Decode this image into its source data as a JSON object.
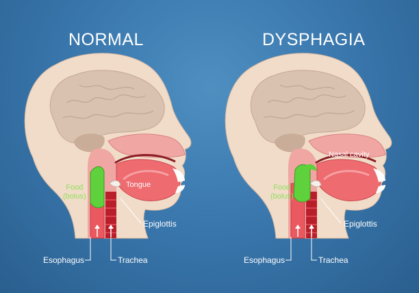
{
  "panels": [
    {
      "title": "NORMAL",
      "labels": {
        "food_line1": "Food",
        "food_line2": "(bolus)",
        "tongue": "Tongue",
        "epiglottis": "Epiglottis",
        "esophagus": "Esophagus",
        "trachea": "Trachea"
      }
    },
    {
      "title": "DYSPHAGIA",
      "labels": {
        "food_line1": "Food",
        "food_line2": "(bolus)",
        "nasal_cavity": "Nasal cavity",
        "epiglottis": "Epiglottis",
        "esophagus": "Esophagus",
        "trachea": "Trachea"
      }
    }
  ],
  "colors": {
    "background": "#3a78ae",
    "skin": "#f1dcc9",
    "brain": "#d9c2b0",
    "tissue_pink": "#f0a6a3",
    "tongue": "#ee6b6f",
    "esophagus": "#e9595f",
    "trachea": "#b91f2a",
    "bolus": "#5fd13c",
    "label_green": "#8ee05a"
  }
}
